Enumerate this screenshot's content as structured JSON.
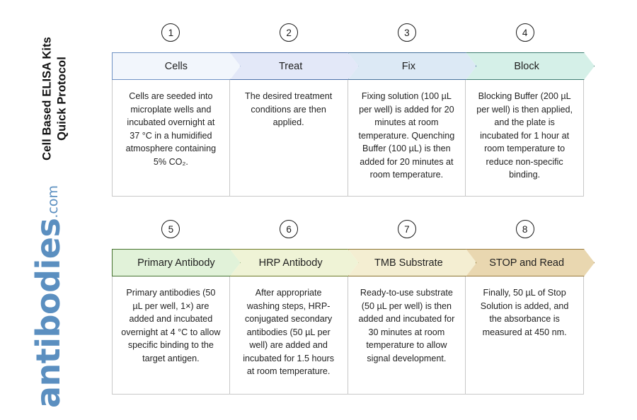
{
  "page": {
    "title_line1": "Cell Based ELISA Kits",
    "title_line2": "Quick Protocol",
    "title": "Cell Based ELISA Kits\nQuick Protocol",
    "logo_brand": "antibodies",
    "logo_tld": ".com",
    "logo_color": "#5b8fc0",
    "background": "#ffffff"
  },
  "rows": [
    {
      "row_index": 1,
      "steps": [
        {
          "number": "1",
          "label": "Cells",
          "fill": "#f2f6fc",
          "stroke": "#6f92c4",
          "text": "Cells are seeded into microplate wells and incubated overnight at 37 °C in a humidified atmosphere containing 5% CO₂."
        },
        {
          "number": "2",
          "label": "Treat",
          "fill": "#e3e8f8",
          "stroke": "#4a6fa8",
          "text": "The desired treatment conditions are then applied."
        },
        {
          "number": "3",
          "label": "Fix",
          "fill": "#dce9f5",
          "stroke": "#46739b",
          "text": "Fixing solution (100 µL per well) is added for 20 minutes at room temperature. Quenching Buffer (100 µL) is then added for 20 minutes at room temperature."
        },
        {
          "number": "4",
          "label": "Block",
          "fill": "#d5f0e8",
          "stroke": "#3f7d72",
          "text": "Blocking Buffer (200 µL per well) is then applied, and the plate is incubated for 1 hour at room temperature to reduce non-specific binding."
        }
      ]
    },
    {
      "row_index": 2,
      "steps": [
        {
          "number": "5",
          "label": "Primary Antibody",
          "fill": "#e1f2d9",
          "stroke": "#45722f",
          "text": "Primary antibodies (50 µL per well, 1×) are added and incubated overnight at 4 °C to allow specific binding to the target antigen."
        },
        {
          "number": "6",
          "label": "HRP Antibody",
          "fill": "#eff3d6",
          "stroke": "#6d7a28",
          "text": "After appropriate washing steps, HRP-conjugated secondary antibodies (50 µL per well) are added and incubated for 1.5 hours at room temperature."
        },
        {
          "number": "7",
          "label": "TMB Substrate",
          "fill": "#f4eed2",
          "stroke": "#8a7330",
          "text": "Ready-to-use substrate (50 µL per well) is then added and incubated for 30 minutes at room temperature to allow signal development."
        },
        {
          "number": "8",
          "label": "STOP and Read",
          "fill": "#e9d7b0",
          "stroke": "#9a7a3c",
          "text": "Finally, 50 µL of Stop Solution is added, and the absorbance is measured at 450 nm."
        }
      ]
    }
  ]
}
